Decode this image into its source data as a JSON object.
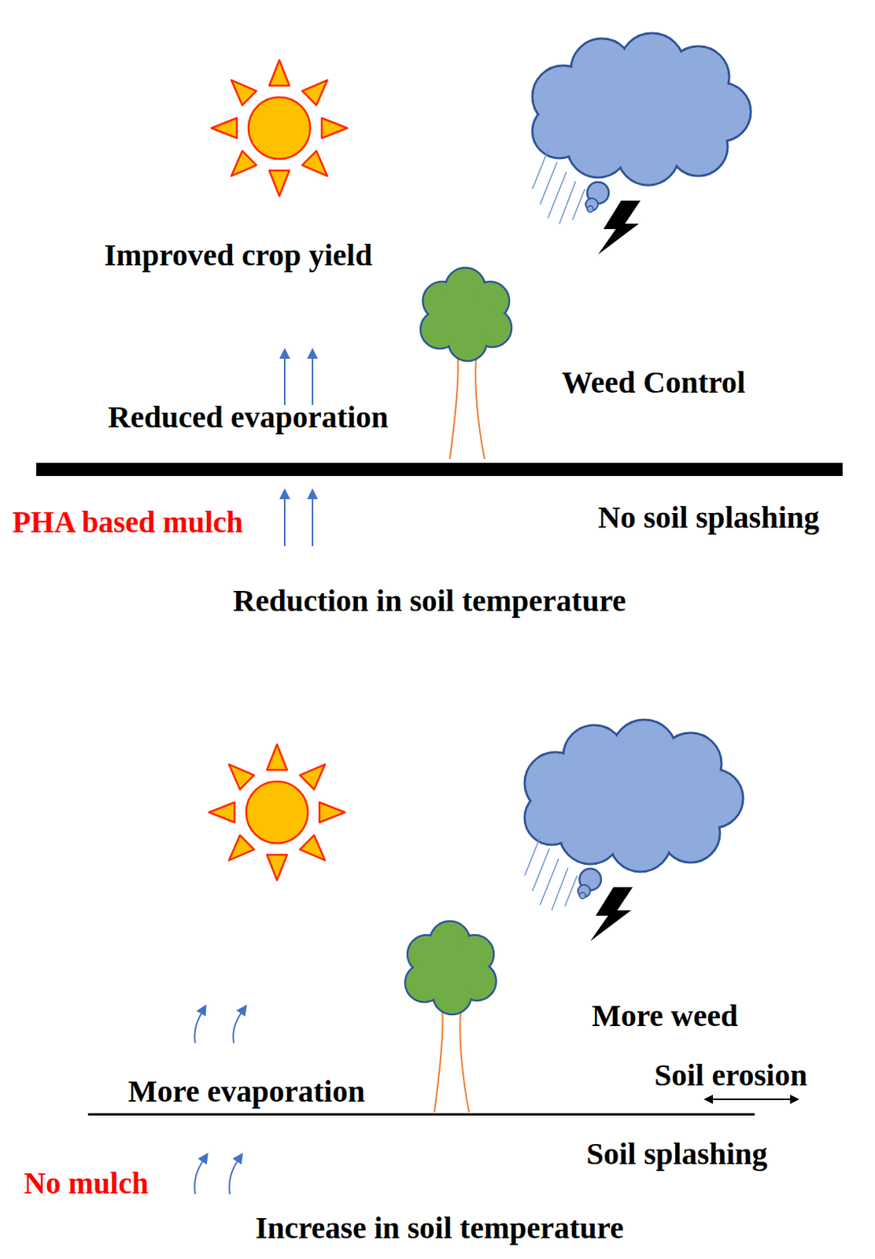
{
  "diagram": {
    "labels": [
      "Improved crop yield",
      "Reduced evaporation",
      "Weed Control",
      "PHA based mulch",
      "No soil splashing",
      "Reduction in soil temperature",
      "More weed",
      "Soil erosion",
      "More evaporation",
      "Soil splashing",
      "No mulch",
      "Increase in soil temperature"
    ]
  }
}
